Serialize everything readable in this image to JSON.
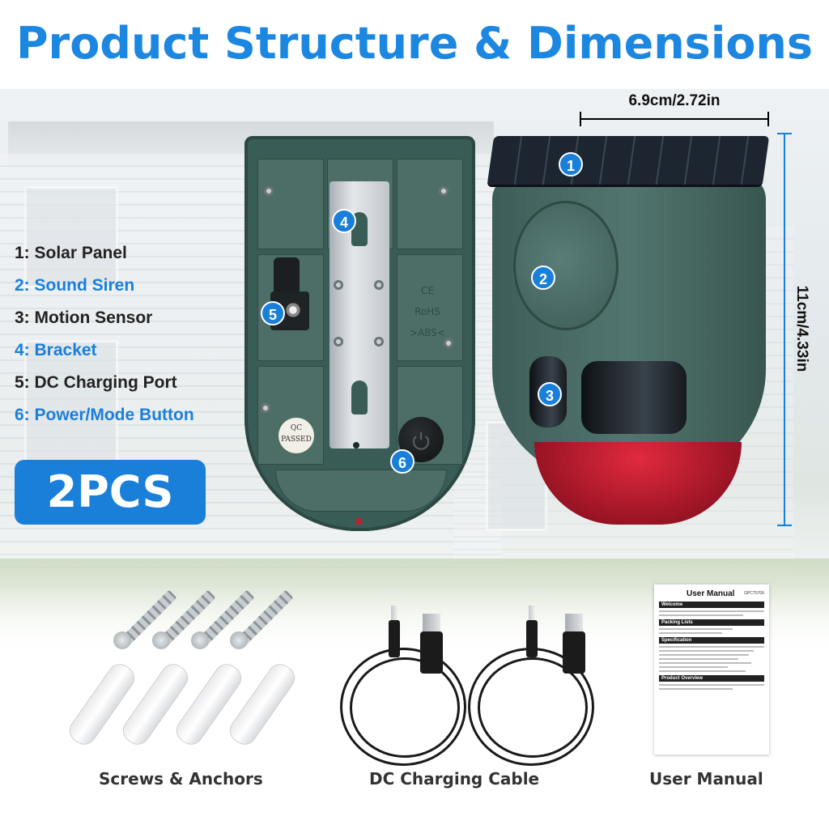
{
  "title": "Product Structure & Dimensions",
  "legend": [
    {
      "label": "1: Solar Panel",
      "color": "#222222"
    },
    {
      "label": "2: Sound Siren",
      "color": "#1a7fd9"
    },
    {
      "label": "3: Motion Sensor",
      "color": "#222222"
    },
    {
      "label": "4: Bracket",
      "color": "#1a7fd9"
    },
    {
      "label": "5: DC Charging Port",
      "color": "#222222"
    },
    {
      "label": "6: Power/Mode Button",
      "color": "#1a7fd9"
    }
  ],
  "badge": "2PCS",
  "markers": [
    "1",
    "2",
    "3",
    "4",
    "5",
    "6"
  ],
  "plate_marks": {
    "ce": "CE",
    "rohs": "RoHS",
    "abs": ">ABS<",
    "qc_top": "QC",
    "qc_bottom": "PASSED"
  },
  "dimensions": {
    "width": "6.9cm/2.72in",
    "height": "11cm/4.33in"
  },
  "accessories": {
    "screws": "Screws & Anchors",
    "cable": "DC Charging Cable",
    "manual": "User Manual"
  },
  "manual_doc": {
    "title": "User Manual",
    "code": "GPCT5706",
    "sections": [
      "Welcome",
      "Packing Lists",
      "Specification",
      "Product Overview"
    ]
  },
  "colors": {
    "accent": "#1a7fd9",
    "device": "#4d6e67",
    "lens": "#c21a2e"
  }
}
